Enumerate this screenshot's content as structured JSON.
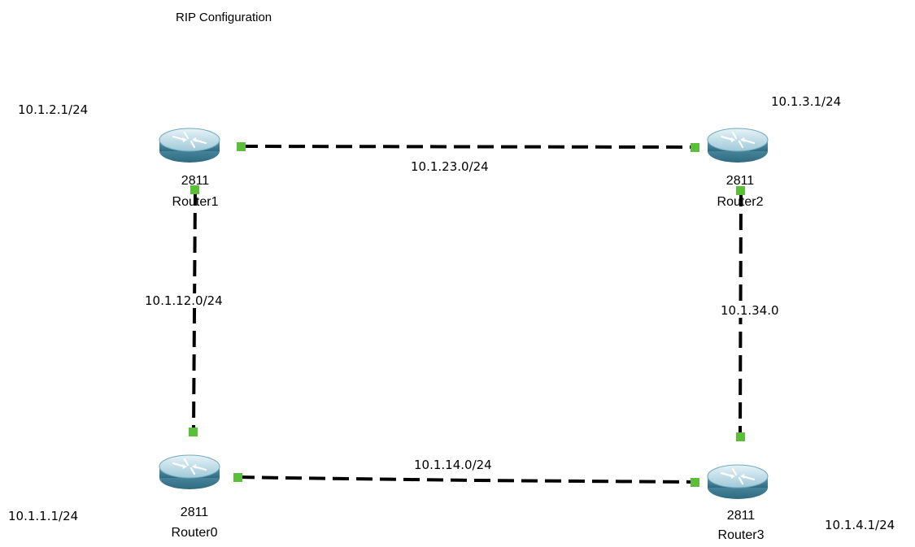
{
  "title": "RIP Configuration",
  "colors": {
    "link": "#000000",
    "port": "#5bbf3a",
    "router_body_light": "#cfe7ef",
    "router_body_dark": "#3f7e95",
    "router_rim": "#6fa9bd"
  },
  "routers": {
    "router0": {
      "model": "2811",
      "name": "Router0",
      "icon": "router-icon"
    },
    "router1": {
      "model": "2811",
      "name": "Router1",
      "icon": "router-icon"
    },
    "router2": {
      "model": "2811",
      "name": "Router2",
      "icon": "router-icon"
    },
    "router3": {
      "model": "2811",
      "name": "Router3",
      "icon": "router-icon"
    }
  },
  "lan_labels": {
    "router1": "10.1.2.1/24",
    "router2": "10.1.3.1/24",
    "router0": "10.1.1.1/24",
    "router3": "10.1.4.1/24"
  },
  "link_labels": {
    "r1_r2": "10.1.23.0/24",
    "r1_r0": "10.1.12.0/24",
    "r2_r3": "10.1.34.0",
    "r0_r3": "10.1.14.0/24"
  }
}
